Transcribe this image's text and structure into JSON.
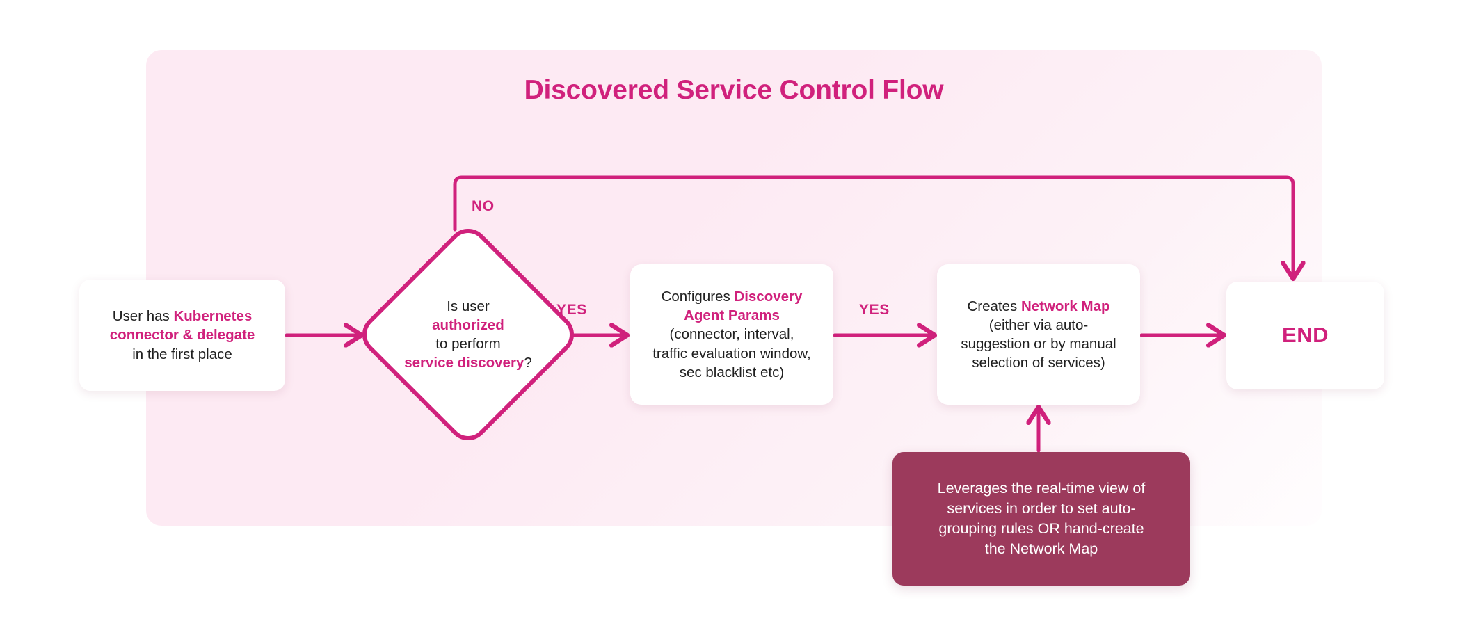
{
  "diagram": {
    "title": "Discovered Service Control Flow",
    "accent_color": "#d0217c",
    "panel_color": "#fdeaf3",
    "note_color": "#9c3a5c",
    "text_color": "#1f1f1f"
  },
  "nodes": {
    "start": {
      "name": "start-box",
      "shape": "rounded-rectangle",
      "lines": [
        [
          {
            "t": "User has ",
            "hl": false
          },
          {
            "t": "Kubernetes",
            "hl": true
          }
        ],
        [
          {
            "t": "connector & delegate",
            "hl": true
          }
        ],
        [
          {
            "t": "in the first place",
            "hl": false
          }
        ]
      ],
      "plain_text": "User has Kubernetes connector & delegate in the first place"
    },
    "decision": {
      "name": "decision-diamond",
      "shape": "diamond",
      "lines": [
        [
          {
            "t": "Is user",
            "hl": false
          }
        ],
        [
          {
            "t": "authorized",
            "hl": true
          }
        ],
        [
          {
            "t": "to perform",
            "hl": false
          }
        ],
        [
          {
            "t": "service discovery",
            "hl": true
          },
          {
            "t": "?",
            "hl": false
          }
        ]
      ],
      "plain_text": "Is user authorized to perform service discovery?"
    },
    "params": {
      "name": "configure-params-box",
      "shape": "rounded-rectangle",
      "lines": [
        [
          {
            "t": "Configures ",
            "hl": false
          },
          {
            "t": "Discovery",
            "hl": true
          }
        ],
        [
          {
            "t": "Agent Params",
            "hl": true
          }
        ],
        [
          {
            "t": "(connector, interval,",
            "hl": false
          }
        ],
        [
          {
            "t": "traffic evaluation window,",
            "hl": false
          }
        ],
        [
          {
            "t": "sec blacklist etc)",
            "hl": false
          }
        ]
      ],
      "plain_text": "Configures Discovery Agent Params (connector, interval, traffic evaluation window, sec blacklist etc)"
    },
    "map": {
      "name": "create-network-map-box",
      "shape": "rounded-rectangle",
      "lines": [
        [
          {
            "t": "Creates ",
            "hl": false
          },
          {
            "t": "Network Map",
            "hl": true
          }
        ],
        [
          {
            "t": "(either via auto-",
            "hl": false
          }
        ],
        [
          {
            "t": "suggestion or by manual",
            "hl": false
          }
        ],
        [
          {
            "t": "selection of services)",
            "hl": false
          }
        ]
      ],
      "plain_text": "Creates Network Map (either via auto-suggestion or by manual selection of services)"
    },
    "end": {
      "name": "end-box",
      "shape": "rounded-rectangle",
      "label": "END"
    },
    "note": {
      "name": "annotation-note",
      "shape": "rounded-rectangle-filled",
      "lines": [
        "Leverages the real-time view of",
        "services in order to set auto-",
        "grouping rules OR hand-create",
        "the Network Map"
      ],
      "plain_text": "Leverages the real-time view of services in order to set auto-grouping rules OR hand-create the Network Map"
    }
  },
  "edges": {
    "start_to_decision": {
      "label": "",
      "from": "start",
      "to": "decision"
    },
    "decision_no": {
      "label": "NO",
      "from": "decision",
      "to": "end"
    },
    "decision_yes": {
      "label": "YES",
      "from": "decision",
      "to": "params"
    },
    "params_to_map": {
      "label": "YES",
      "from": "params",
      "to": "map"
    },
    "map_to_end": {
      "label": "",
      "from": "map",
      "to": "end"
    },
    "note_to_map": {
      "label": "",
      "from": "note",
      "to": "map"
    }
  }
}
